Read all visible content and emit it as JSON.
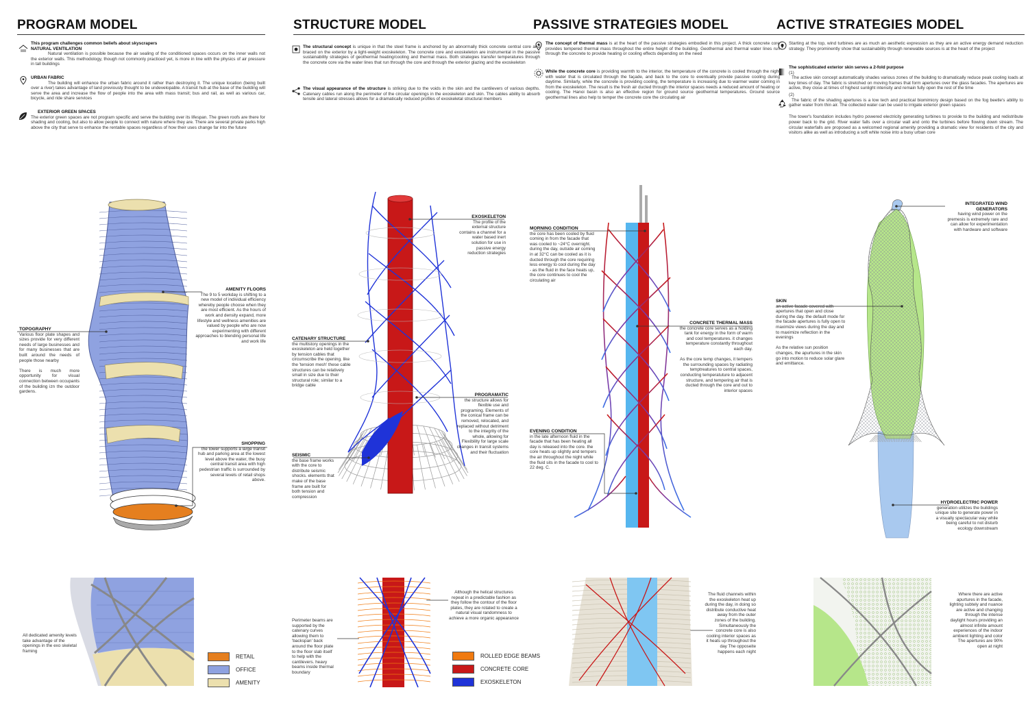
{
  "program": {
    "title": "PROGRAM MODEL",
    "intro": "This program challenges common beliefs about skyscrapers",
    "vent_head": "NATURAL VENTILATION",
    "vent_text": "Natural ventilation is possible because the air sealing of the conditioned spaces occurs on the inner walls not the exterior walls. This methodology, though not commonly practiced yet, is more in line with the physics of air pressure in tall buildings",
    "urban_head": "URBAN FABRIC",
    "urban_text": "The building will enhance the urban fabric around it rather than destroying it. The unique location (being built over a river) takes advantage of land previously thought to be undevelopable. A transit hub at the base of the building will serve the area and increase the flow of people into the area with mass transit; bus and rail, as well as various car, bicycle, and ride share services",
    "green_head": "EXTERIOR GREEN SPACES",
    "green_text": "The exterior green spaces are not program specific and serve the building over its lifespan. The green roofs are there for shading and cooling, but also to allow people to connect with nature where they are. There are several private parks high above the city that serve to enhance the rentable spaces regardless of how their uses change far into the future",
    "amenity_head": "AMENITY FLOORS",
    "amenity_text": "The 9 to 5 workday is shifting to a new model of individual efficiency whereby people choose when they are most efficient. As the hours of work and density expand, more lifestyle and wellness amenities are valued by people who are now experimenting with different approaches to blending personal life and work life",
    "topo_head": "TOPOGRAPHY",
    "topo_text": "Various floor plate shapes and sizes provide for very different needs of large businesses and for many businesses that are built around the needs of people those nearby",
    "topo_text2": "There is much more opportunity for visual connection between occupants of the building izn the outdoor gardens.",
    "shop_head": "SHOPPING",
    "shop_text": "the tower supports a large transit hub and parking area at the lowest level above the water, the busy central transit area with high pedestrian traffic is surrounded by several levels of retail shops above.",
    "detail_text": "All dedicated amenity levels take advantage of the openings in the exo skeletal framing",
    "legend": [
      "RETAIL",
      "OFFICE",
      "AMENITY"
    ]
  },
  "structure": {
    "title": "STRUCTURE MODEL",
    "concept_lead": "The structural concept",
    "concept_text": " is unique in that the steel frame is anchored by an abnormally thick concrete central core and braced on the exterior by a light-weight exoskeleton. The concrete core and exoskeleton are instrumental in the passive sustainability strategies of geothermal heating/cooling and thermal mass. Both strategies transfer temperatures through the concrete core via the water lines that run through the core and through the exterior glazing and the exoskeleton",
    "visual_lead": "The visual appearance of the structure",
    "visual_text": " is striking due to the voids in the skin and the cantilevers of various depths. Catenary cables run along the perimeter of the circular openings in the exoskeleton and skin. The cables ability to absorb tensile and lateral stresses allows for a dramatically reduced profiles of exoskeletal structural members",
    "exo_head": "EXOSKELETON",
    "exo_text": "The profile of the external structure contains a channel for a water based inert solution for use in passive energy reduction strategies",
    "cat_head": "CATENARY STRUCTURE",
    "cat_text": "the multistory openings in the exoskeleton are held together by tension cables that circumscribe the opening. like the 'tension mesh' these cable structures can be relatively small in size due to their structural role; similar to a bridge cable",
    "prog_head": "PROGRAMATIC",
    "prog_text": "the structure allows for flexible use and programing. Elements of the conical frame can be removed, relocated, and replaced without detriment to the integrity of the whole, allowing for Flexibility for large scale changes in transit systems and their fluctuation",
    "seis_head": "SEISMIC",
    "seis_text": "the base frame works with the core to distribute seismic shocks. elements that make of the base frame are built for both tension and compression",
    "helical_text": "Although the helical structures repeat in a predictable fashion as they follow the contour of the floor plates, they are rotated to create a natural visual randomness to achieve a more organic appearance",
    "perim_text": "Perimeter beams are supported by the catenary curves allowing them to 'backspan' back around the floor plate to the floor slab itself to help with the cantilevers. heavy beams inside thermal boundary",
    "legend": [
      "ROLLED EDGE BEAMS",
      "CONCRETE CORE",
      "EXOSKELETON"
    ]
  },
  "passive": {
    "title": "PASSIVE STRATEGIES MODEL",
    "mass_lead": "The concept of thermal mass",
    "mass_text": " is at the heart of the passive strategies embodied in this project. A thick concrete core provides tempered thermal mass throughout the entire height of the building. Geothermal and thermal water lines run through the concrete to provide heating or cooling effects depending on the need",
    "core_lead": "While the concrete core",
    "core_text": " is providing warmth to the interior, the temperature of the concrete is cooled through the night with water that is circulated through the façade, and back to the core to eventually provide passive cooling during daytime. Similarly, while the concrete is providing cooling, the temperature is increasing due to warmer water coming in from the exoskeleton. The result is the fresh air ducted through the interior spaces needs a reduced amount of heating or cooling. The Hanoi basin is also an effective region for ground source geothermal temperatures. Ground source geothermal lines also help to temper the concrete core the circulating air",
    "morning_head": "MORNING CONDITION",
    "morning_text": "the core has been cooled by fluid coming in from the facade that was cooled to ~24°C overnight. during the day, outside air coming in at 32°C can be cooled as it is ducted through the core requiring less energy to cool during the day - as the fluid in the face heats up, the core continues to cool the circulating air",
    "ctm_head": "CONCRETE THERMAL MASS",
    "ctm_text": "the concrete core serves as a holding tank for energy in the form of warm and cool temperatures. it changes temperature constantly throughout each day.",
    "ctm_text2": "As the core temp changes, it tempers the surrounding spaces by radiating temptreatures to central spaces, conducting temperatuture to adjacent structure, and tempering air that is ducted through the core and out to interior spaces",
    "evening_head": "EVENING CONDITION",
    "evening_text": "in the late afternoon fluid in the facade that has been heating all day is released into the core. the core heats up slightly and tempers the air throughout the night while the fluid sits in the facade to cool to 22 deg. C.",
    "detail_text": "The fluid channels within the exoskeleton heat up during the day, in doing so distribute conductive heat away from the outer zones of the building. Simultaneously the concrete core is also cooling interior spaces as it heats up throughout the day The opposeite happens each night"
  },
  "active": {
    "title": "ACTIVE STRATEGIES MODEL",
    "intro": "Starting at the top, wind turbines are as much an aesthetic expression as they are an active energy demand reduction strategy. They prominently show that sustainability through renewable sources is at the heart of the project",
    "skin_head": "The sophisticated exterior skin serves a 2-fold purpose",
    "skin_n1": "(1)",
    "skin_t1": "The active skin concept automatically shades various zones of the building to dramatically reduce peak cooling loads at key times of day. The fabric is stretched on moving frames that form apertures over the glass facades. The apertures are active, they close at times of highest sunlight intensity and remain fully open the rest of the time",
    "skin_n2": "(2)",
    "skin_t2": "The fabric of the shading apertures is a low tech and practical biomimicry design based on the fog beetle's ability to gather water from thin air. The collected water can be used to irrigate exterior green spaces",
    "found_text": "The tower's foundation includes hydro powered electricity generating turbines to provide to the building and redistribute power back to the grid. River water falls over a circular wall and onto the turbines before flowing down stream. The circular waterfalls are proposed as a welcomed regional amenity providing a dramatic view for residents of the city and visitors alike as well as introducing a soft white noise into a busy urban core",
    "wind_head": "INTEGRATED WIND GENERATORS",
    "wind_text": "having wind power on the premesis is extremely rare and can allow for experimentation with hardware and software",
    "skinlbl_head": "SKIN",
    "skinlbl_text": "an active facade covered with apertures that open and close during the day. the default mode for the facade apertures is fully open to maximize views during the day and to maximize reflection in the evenings",
    "skinlbl_text2": "As the relative sun position changes, the apurtures in the skin go into motion to reduce solar glare and emittance.",
    "hydro_head": "HYDROELECTRIC POWER",
    "hydro_text": "generation utilizes the buildings unique site to generate power in a visually spectacular way while being careful to not disturb ecology downstream",
    "detail_text": "Where there are active apurtures in the facade, lighting subtely and nuance are active and changing through the intense daylight hours providing an almost infinite amount experiences of the indoor ambient lighting and color The apertures are 90% open at night"
  },
  "colors": {
    "retail": "#e57f1f",
    "office": "#8fa2e0",
    "amenity": "#ece0ae",
    "concrete_core": "#c81818",
    "exoskeleton": "#1f33d8",
    "rolled_edge": "#f07a10",
    "skin_green": "#b6e68a",
    "hydro_blue": "#a9c9ef"
  },
  "icons": [
    "ventilation-icon",
    "location-pin-icon",
    "leaf-icon",
    "structure-node-icon",
    "share-icon",
    "sun-icon",
    "gradient-icon",
    "recycle-icon"
  ]
}
